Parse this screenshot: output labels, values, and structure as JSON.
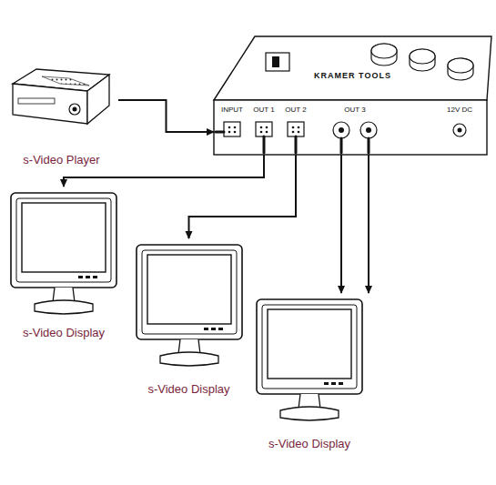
{
  "diagram": {
    "nodes": [
      {
        "text": [
          "KRAMER TOOLS"
        ]
      },
      {
        "text": [
          "s-Video Player"
        ]
      },
      {
        "text": [
          "s-Video Display"
        ]
      },
      {
        "text": [
          "s-Video Display"
        ]
      },
      {
        "text": [
          "s-Video Display"
        ]
      }
    ],
    "edges": [
      {
        "from": 1,
        "to": 0,
        "arrow": "to"
      },
      {
        "from": 0,
        "to": 2,
        "arrow": "to"
      },
      {
        "from": 0,
        "to": 3,
        "arrow": "to"
      },
      {
        "from": 0,
        "to": 4,
        "arrow": "to"
      },
      {
        "from": 0,
        "to": 4,
        "arrow": "to"
      }
    ],
    "labels": [
      "INPUT",
      "OUT 1",
      "OUT 2",
      "OUT 3",
      "12V DC"
    ]
  }
}
